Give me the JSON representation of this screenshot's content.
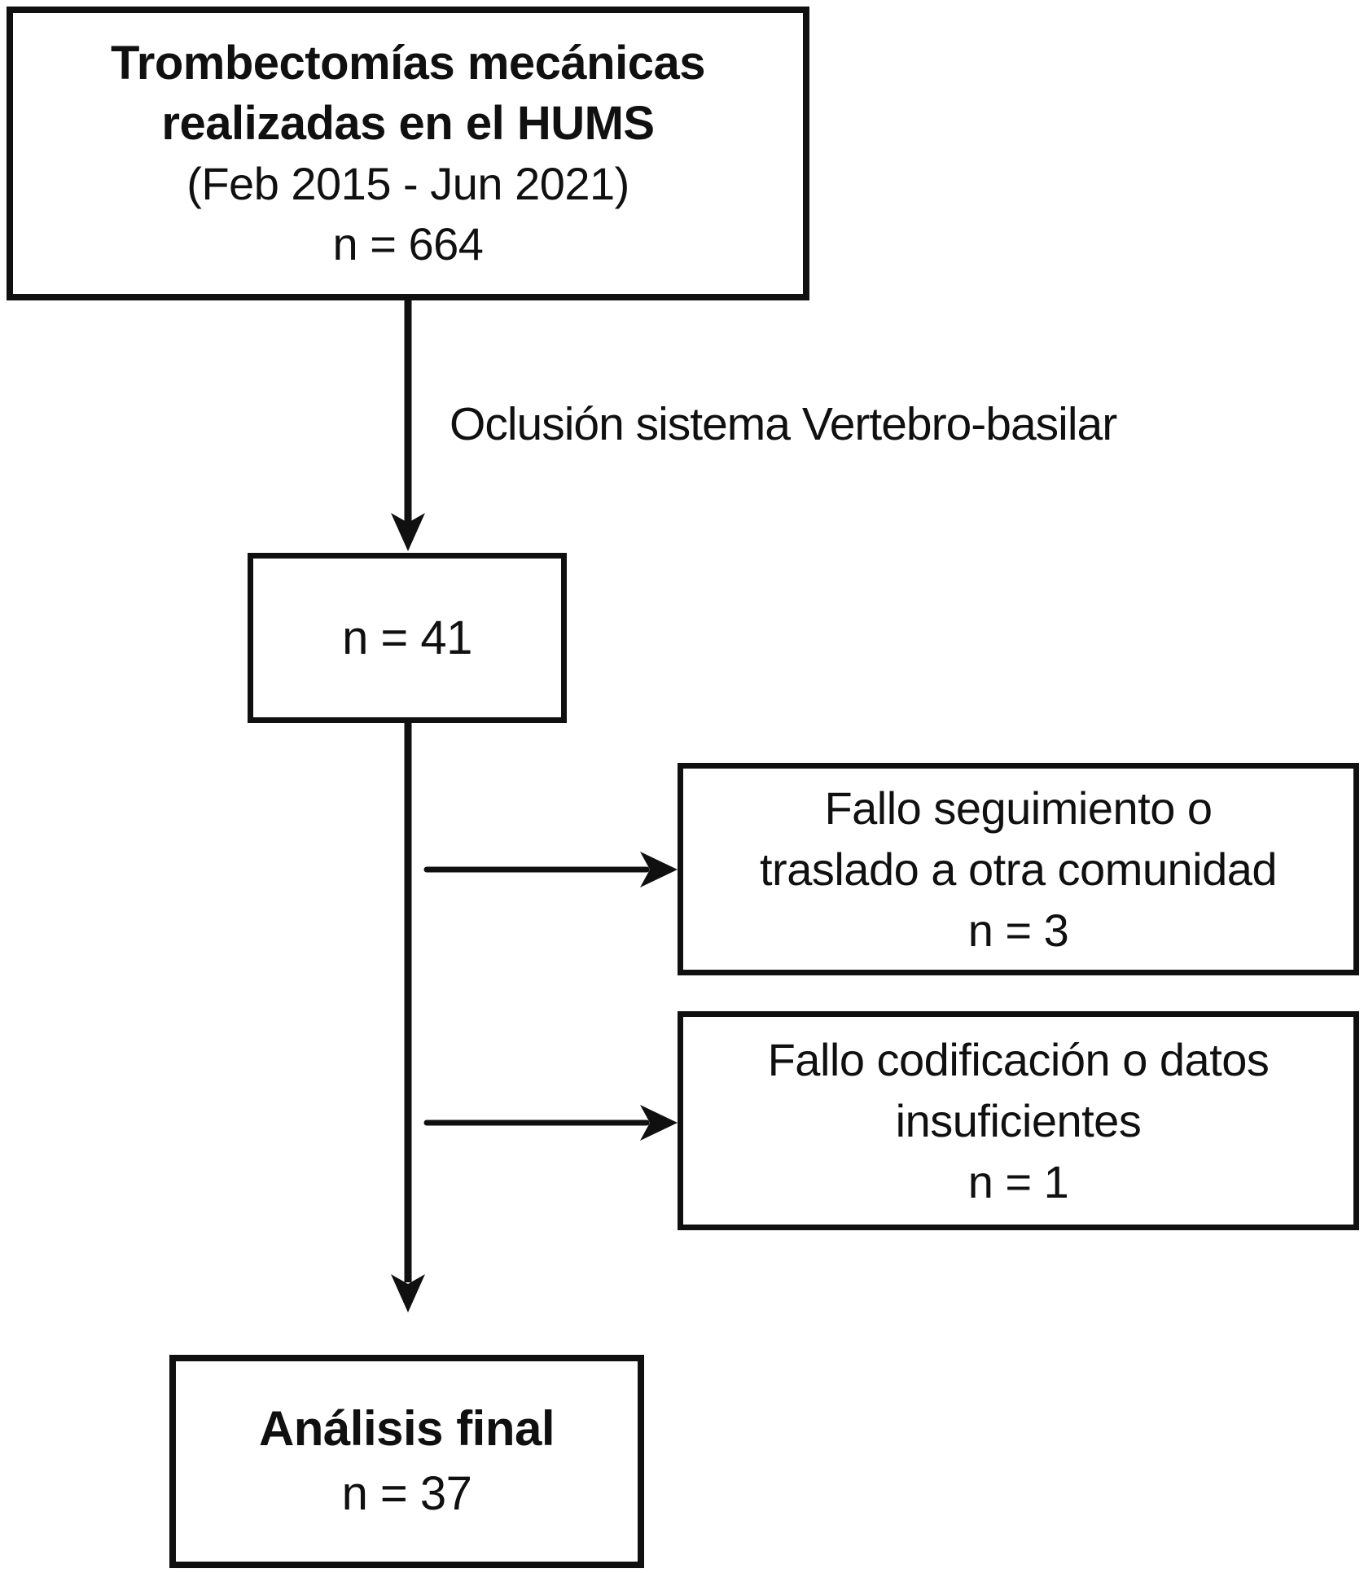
{
  "diagram": {
    "boxes": {
      "top": {
        "lines": [
          "Trombectomías mecánicas",
          "realizadas en el HUMS",
          "(Feb 2015 - Jun 2021)",
          "n = 664"
        ]
      },
      "vertebro": {
        "lines": [
          "n = 41"
        ]
      },
      "exclusion1": {
        "lines": [
          "Fallo seguimiento o",
          "traslado a otra comunidad",
          "n = 3"
        ]
      },
      "exclusion2": {
        "lines": [
          "Fallo codificación o datos",
          "insuficientes",
          "n = 1"
        ]
      },
      "final": {
        "lines": [
          "Análisis final",
          "n = 37"
        ]
      }
    },
    "edge_label": "Oclusión sistema Vertebro-basilar",
    "colors": {
      "ink": "#101010",
      "background": "#ffffff"
    }
  }
}
